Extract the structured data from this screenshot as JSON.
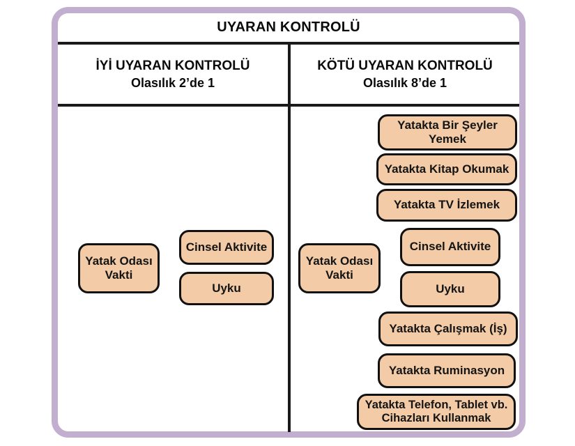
{
  "diagram": {
    "title": "UYARAN KONTROLÜ",
    "left_header": {
      "title": "İYİ UYARAN KONTROLÜ",
      "subtitle": "Olasılık 2’de 1"
    },
    "right_header": {
      "title": "KÖTÜ UYARAN KONTROLÜ",
      "subtitle": "Olasılık 8’de 1"
    }
  },
  "left_boxes": {
    "bedroom_time": "Yatak Odası Vakti",
    "sexual_activity": "Cinsel Aktivite",
    "sleep": "Uyku"
  },
  "right_boxes": {
    "bedroom_time": "Yatak Odası Vakti",
    "eating_in_bed": "Yatakta Bir Şeyler Yemek",
    "reading_in_bed": "Yatakta Kitap Okumak",
    "tv_in_bed": "Yatakta TV İzlemek",
    "sexual_activity": "Cinsel Aktivite",
    "sleep": "Uyku",
    "working_in_bed": "Yatakta Çalışmak (İş)",
    "rumination_in_bed": "Yatakta Ruminasyon",
    "devices_in_bed": "Yatakta Telefon, Tablet vb. Cihazları Kullanmak"
  },
  "colors": {
    "box_fill": "#F3CBA6",
    "box_border": "#111111",
    "frame_border": "#C2AFD0",
    "divider_line": "#1A1A1A"
  }
}
